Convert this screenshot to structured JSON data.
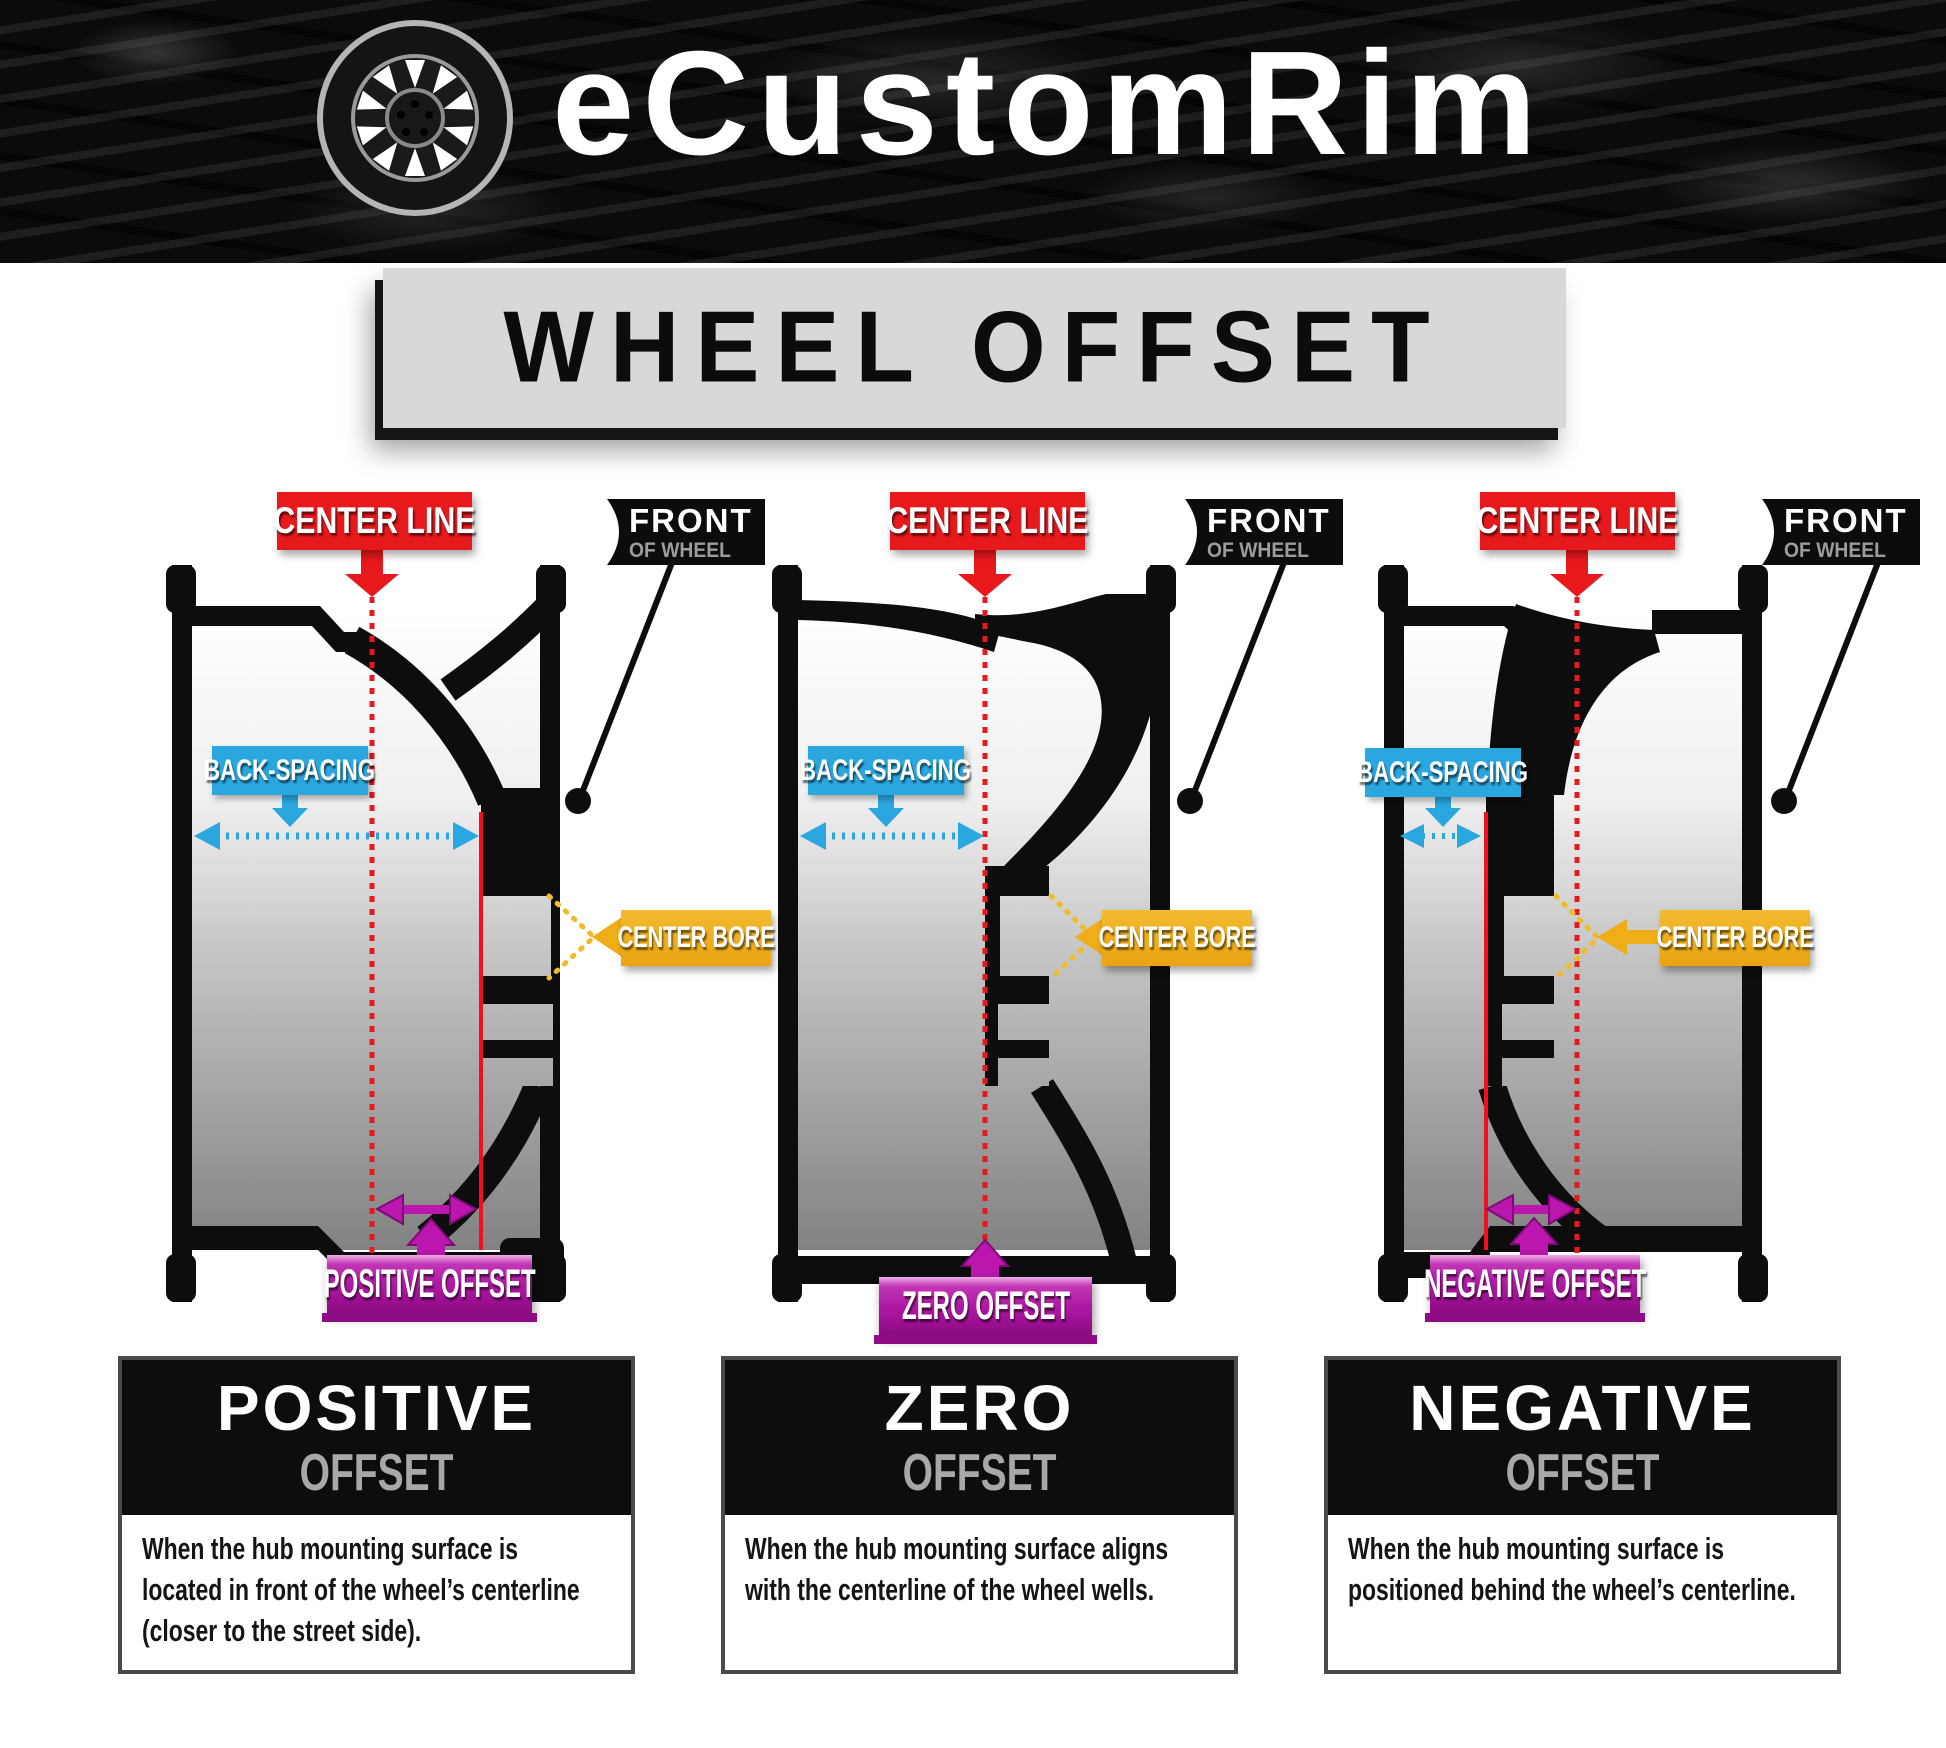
{
  "brand": {
    "name": "eCustomRim"
  },
  "title": "WHEEL OFFSET",
  "labels": {
    "center_line": "CENTER LINE",
    "front": "FRONT",
    "front_sub": "OF WHEEL",
    "back_spacing": "BACK-SPACING",
    "center_bore": "CENTER BORE"
  },
  "panels": [
    {
      "id": "positive",
      "offset_label": "POSITIVE OFFSET",
      "card_title": "POSITIVE",
      "card_subtitle": "OFFSET",
      "card_body": "When the hub mounting surface is\nlocated in front of the wheel’s centerline\n(closer to the street side)."
    },
    {
      "id": "zero",
      "offset_label": "ZERO OFFSET",
      "card_title": "ZERO",
      "card_subtitle": "OFFSET",
      "card_body": "When the hub mounting surface aligns\nwith the centerline of the wheel wells."
    },
    {
      "id": "negative",
      "offset_label": "NEGATIVE OFFSET",
      "card_title": "NEGATIVE",
      "card_subtitle": "OFFSET",
      "card_body": "When the hub mounting surface is\npositioned behind the wheel’s centerline."
    }
  ],
  "colors": {
    "red": "#E8191D",
    "blue": "#2BA7E0",
    "yellow": "#EFAD18",
    "magenta": "#BB17AE",
    "card_header_black": "#0D0D0D",
    "subtitle_gray": "#A8A8A8"
  }
}
